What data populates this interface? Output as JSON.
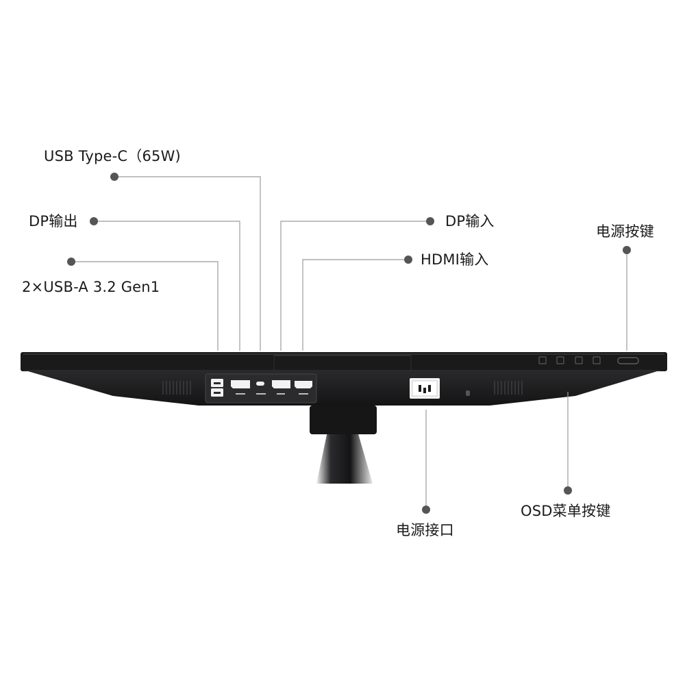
{
  "diagram": {
    "labels": {
      "usb_c": "USB Type-C（65W)",
      "dp_out": "DP输出",
      "usb_a": "2×USB-A 3.2 Gen1",
      "dp_in": "DP输入",
      "hdmi_in": "HDMI输入",
      "power_button": "电源按键",
      "power_port": "电源接口",
      "osd_buttons": "OSD菜单按键"
    },
    "colors": {
      "monitor_body": "#1d1d1f",
      "monitor_edge": "#0f0f10",
      "port": "#f5f5f5",
      "leader_line": "#9b9b9b",
      "leader_dot": "#555555",
      "label_text": "#1a1a1a"
    }
  }
}
